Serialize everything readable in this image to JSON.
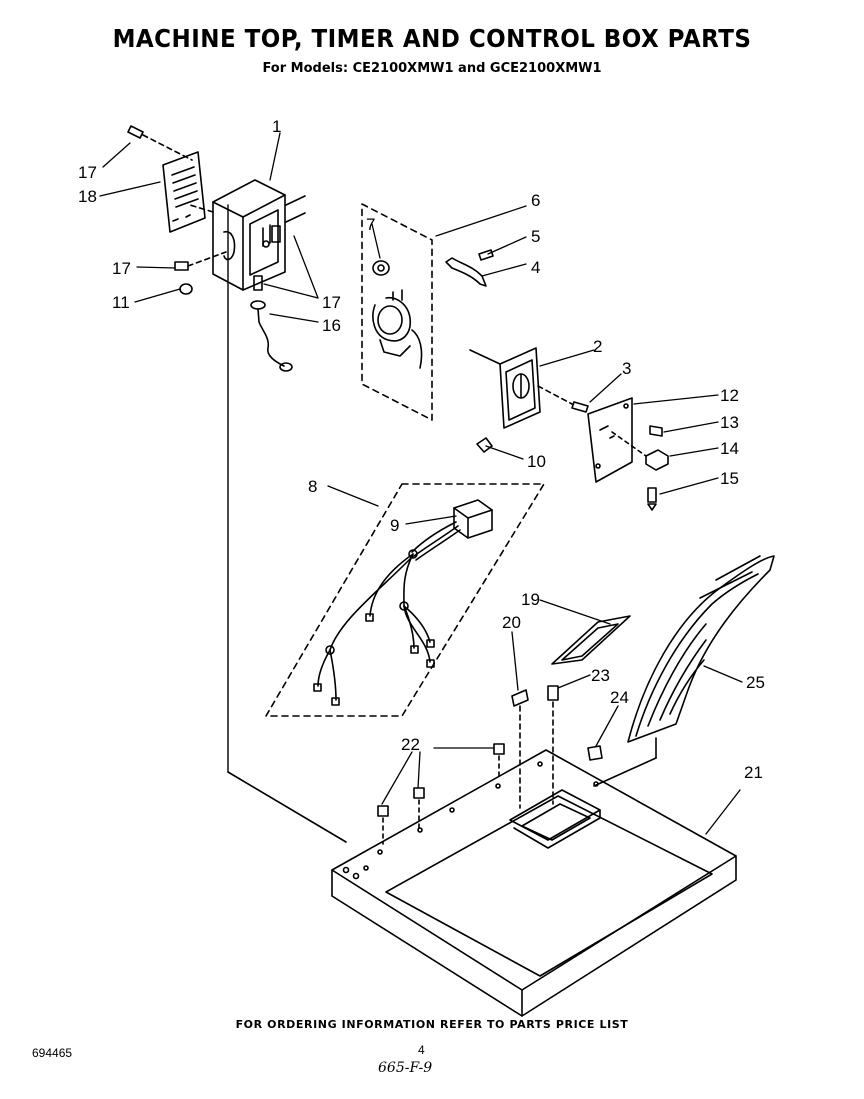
{
  "title": "MACHINE TOP, TIMER AND CONTROL BOX PARTS",
  "subtitle": "For Models: CE2100XMW1 and GCE2100XMW1",
  "footer": {
    "ordering_note": "FOR ORDERING INFORMATION REFER TO PARTS PRICE LIST",
    "doc_number": "694465",
    "page_number": "4",
    "handwritten_code": "665-F-9"
  },
  "callouts": [
    "1",
    "2",
    "3",
    "4",
    "5",
    "6",
    "7",
    "8",
    "9",
    "10",
    "11",
    "12",
    "13",
    "14",
    "15",
    "16",
    "17",
    "17",
    "17",
    "18",
    "19",
    "20",
    "21",
    "22",
    "23",
    "24",
    "25"
  ]
}
